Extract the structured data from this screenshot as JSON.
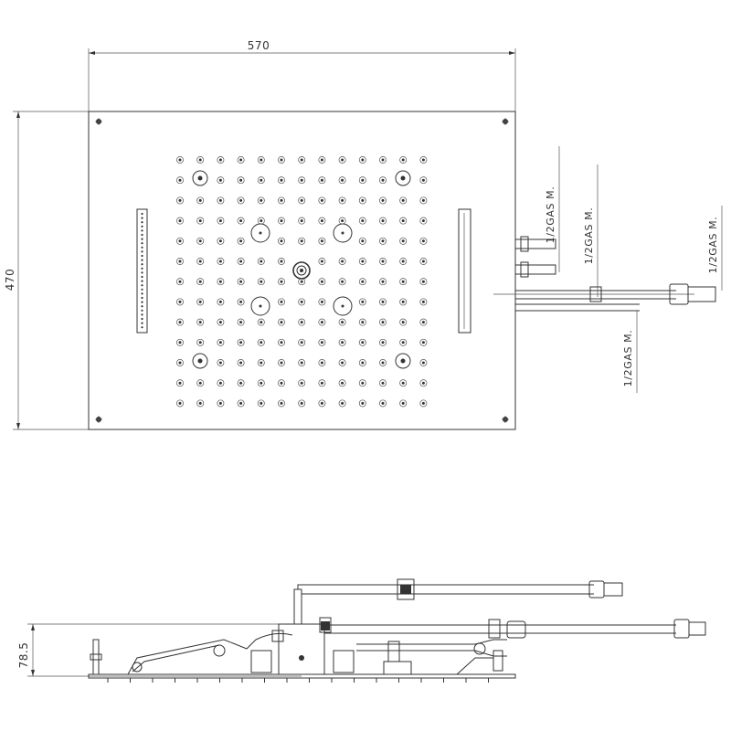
{
  "dimensions": {
    "width": "570",
    "height": "470",
    "depth": "78.5"
  },
  "connections": {
    "label_1": "1/2GAS M.",
    "label_2": "1/2GAS M.",
    "label_3": "1/2GAS M.",
    "label_4": "1/2GAS M."
  },
  "nozzle_grid": {
    "rows": 13,
    "cols": 13
  },
  "colors": {
    "line": "#333333",
    "background": "#ffffff"
  }
}
